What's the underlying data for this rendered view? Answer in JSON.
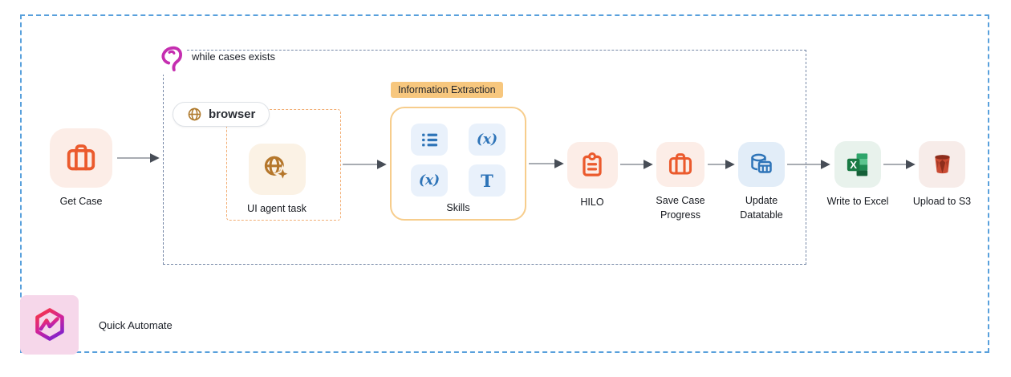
{
  "diagram": {
    "loop": {
      "label": "while cases exists",
      "icon": "loop-icon"
    },
    "browser_group": {
      "label": "browser",
      "icon": "globe-icon"
    },
    "nodes": {
      "get_case": {
        "label": "Get Case",
        "icon": "briefcase-icon"
      },
      "ui_agent_task": {
        "label": "UI agent task",
        "icon": "globe-sparkle-icon"
      },
      "skills": {
        "label": "Skills",
        "group_label": "Information Extraction",
        "skill_icons": [
          "list-icon",
          "function-x-icon",
          "function-x-icon",
          "text-icon"
        ],
        "function_glyph": "(x)",
        "text_glyph": "T"
      },
      "hilo": {
        "label": "HILO",
        "icon": "clipboard-icon"
      },
      "save_case_progress": {
        "label": "Save Case Progress",
        "icon": "briefcase-icon"
      },
      "update_datatable": {
        "label": "Update Datatable",
        "icon": "database-table-icon"
      },
      "write_to_excel": {
        "label": "Write to Excel",
        "icon": "excel-icon"
      },
      "upload_to_s3": {
        "label": "Upload to S3",
        "icon": "s3-bucket-icon"
      }
    }
  },
  "branding": {
    "label": "Quick Automate",
    "icon": "quick-automate-logo"
  },
  "colors": {
    "outer_border": "#58A0DC",
    "loop_border": "#7587A6",
    "loop_icon_magenta": "#C52EB0",
    "orange_accent": "#EB5A2D",
    "orange_tile_bg": "#FCEDE7",
    "amber_accent": "#B5772B",
    "amber_tile_bg": "#FBF2E5",
    "amber_dashed_border": "#F2AE74",
    "group_label_bg": "#F7C77E",
    "skills_border": "#F7CD8C",
    "blue_accent": "#2E74B8",
    "blue_tile_bg": "#E9F1FB",
    "excel_tile_bg": "#E8F2EC",
    "excel_green": "#1A7A44",
    "s3_tile_bg": "#F7ECE9",
    "s3_red": "#C7402D",
    "brand_bg": "#F6D7EA",
    "connector": "#8B9098"
  }
}
